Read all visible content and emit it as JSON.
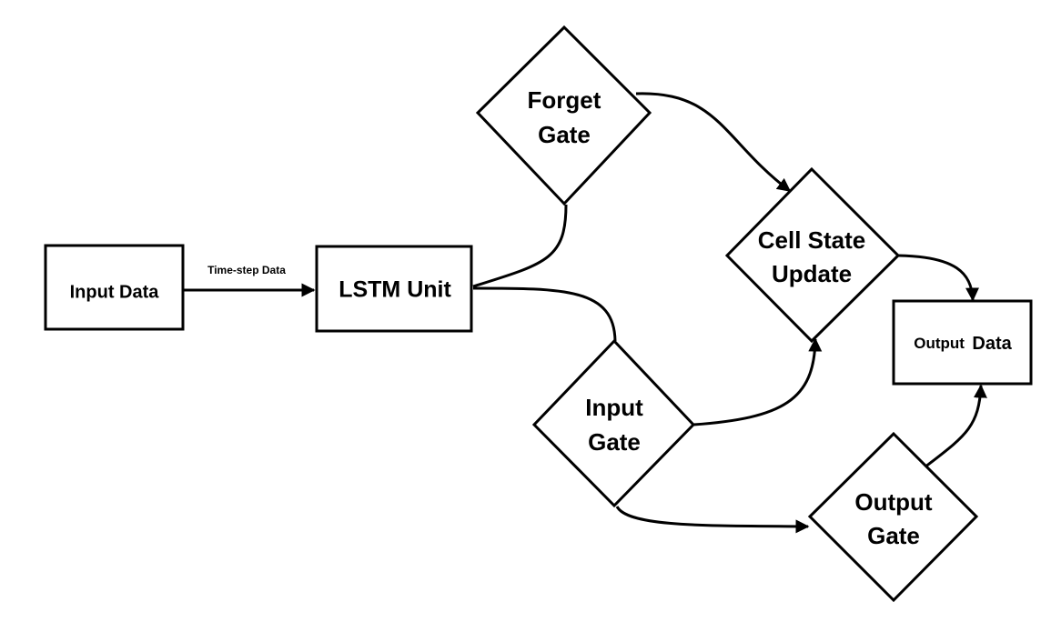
{
  "diagram": {
    "nodes": {
      "input_data": {
        "label": "Input Data",
        "shape": "rectangle"
      },
      "lstm_unit": {
        "label": "LSTM Unit",
        "shape": "rectangle"
      },
      "forget_gate": {
        "line1": "Forget",
        "line2": "Gate",
        "shape": "diamond"
      },
      "input_gate": {
        "line1": "Input",
        "line2": "Gate",
        "shape": "diamond"
      },
      "cell_state_update": {
        "line1": "Cell State",
        "line2": "Update",
        "shape": "diamond"
      },
      "output_gate": {
        "line1": "Output",
        "line2": "Gate",
        "shape": "diamond"
      },
      "output_data": {
        "label_part1": "Output",
        "label_part2": "Data",
        "shape": "rectangle"
      }
    },
    "edges": {
      "input_to_lstm": {
        "label": "Time-step Data"
      }
    },
    "colors": {
      "stroke": "#000000",
      "background": "#ffffff"
    }
  }
}
